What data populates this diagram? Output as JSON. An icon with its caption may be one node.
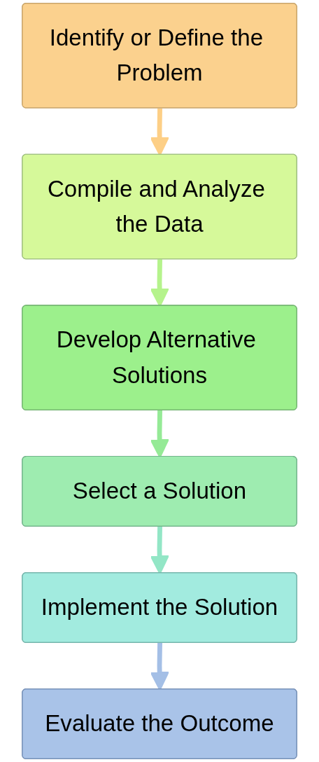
{
  "diagram": {
    "nodes": [
      {
        "text": [
          "Identify or Define the Problem"
        ]
      },
      {
        "text": [
          "Compile and Analyze the Data"
        ]
      },
      {
        "text": [
          "Develop Alternative Solutions"
        ]
      },
      {
        "text": [
          "Select a Solution"
        ]
      },
      {
        "text": [
          "Implement the Solution"
        ]
      },
      {
        "text": [
          "Evaluate the Outcome"
        ]
      }
    ],
    "edges": [
      {
        "from": 0,
        "to": 1,
        "arrow": "to",
        "color": "#fdcf86"
      },
      {
        "from": 1,
        "to": 2,
        "arrow": "to",
        "color": "#b5f38c"
      },
      {
        "from": 2,
        "to": 3,
        "arrow": "to",
        "color": "#95ea96"
      },
      {
        "from": 3,
        "to": 4,
        "arrow": "to",
        "color": "#93e6c6"
      },
      {
        "from": 4,
        "to": 5,
        "arrow": "to",
        "color": "#a4bfe6"
      }
    ]
  }
}
